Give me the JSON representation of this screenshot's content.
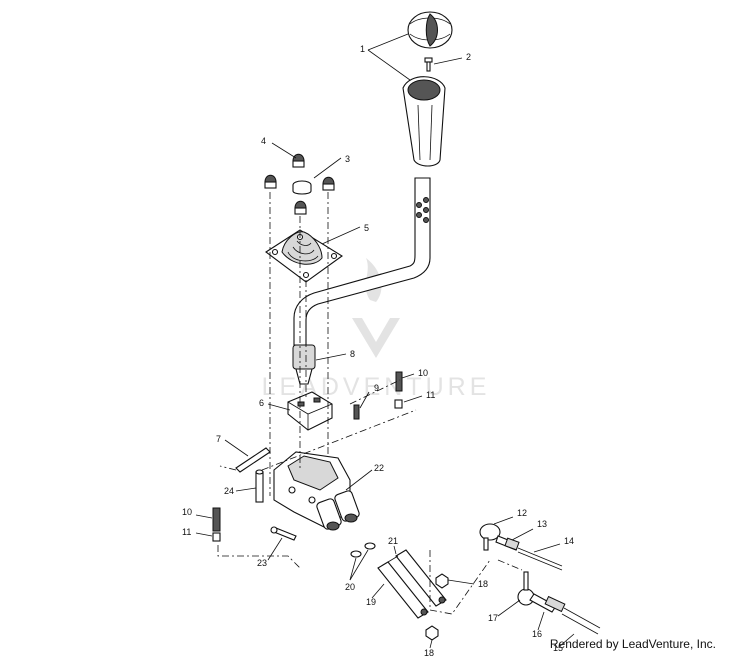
{
  "watermark": {
    "text": "LEADVENTURE"
  },
  "credit": {
    "text": "Rendered by LeadVenture, Inc."
  },
  "callouts": [
    "1",
    "2",
    "3",
    "4",
    "5",
    "6",
    "7",
    "8",
    "9",
    "10",
    "11",
    "12",
    "13",
    "14",
    "15",
    "16",
    "17",
    "18",
    "19",
    "20",
    "21",
    "22",
    "23",
    "24"
  ]
}
